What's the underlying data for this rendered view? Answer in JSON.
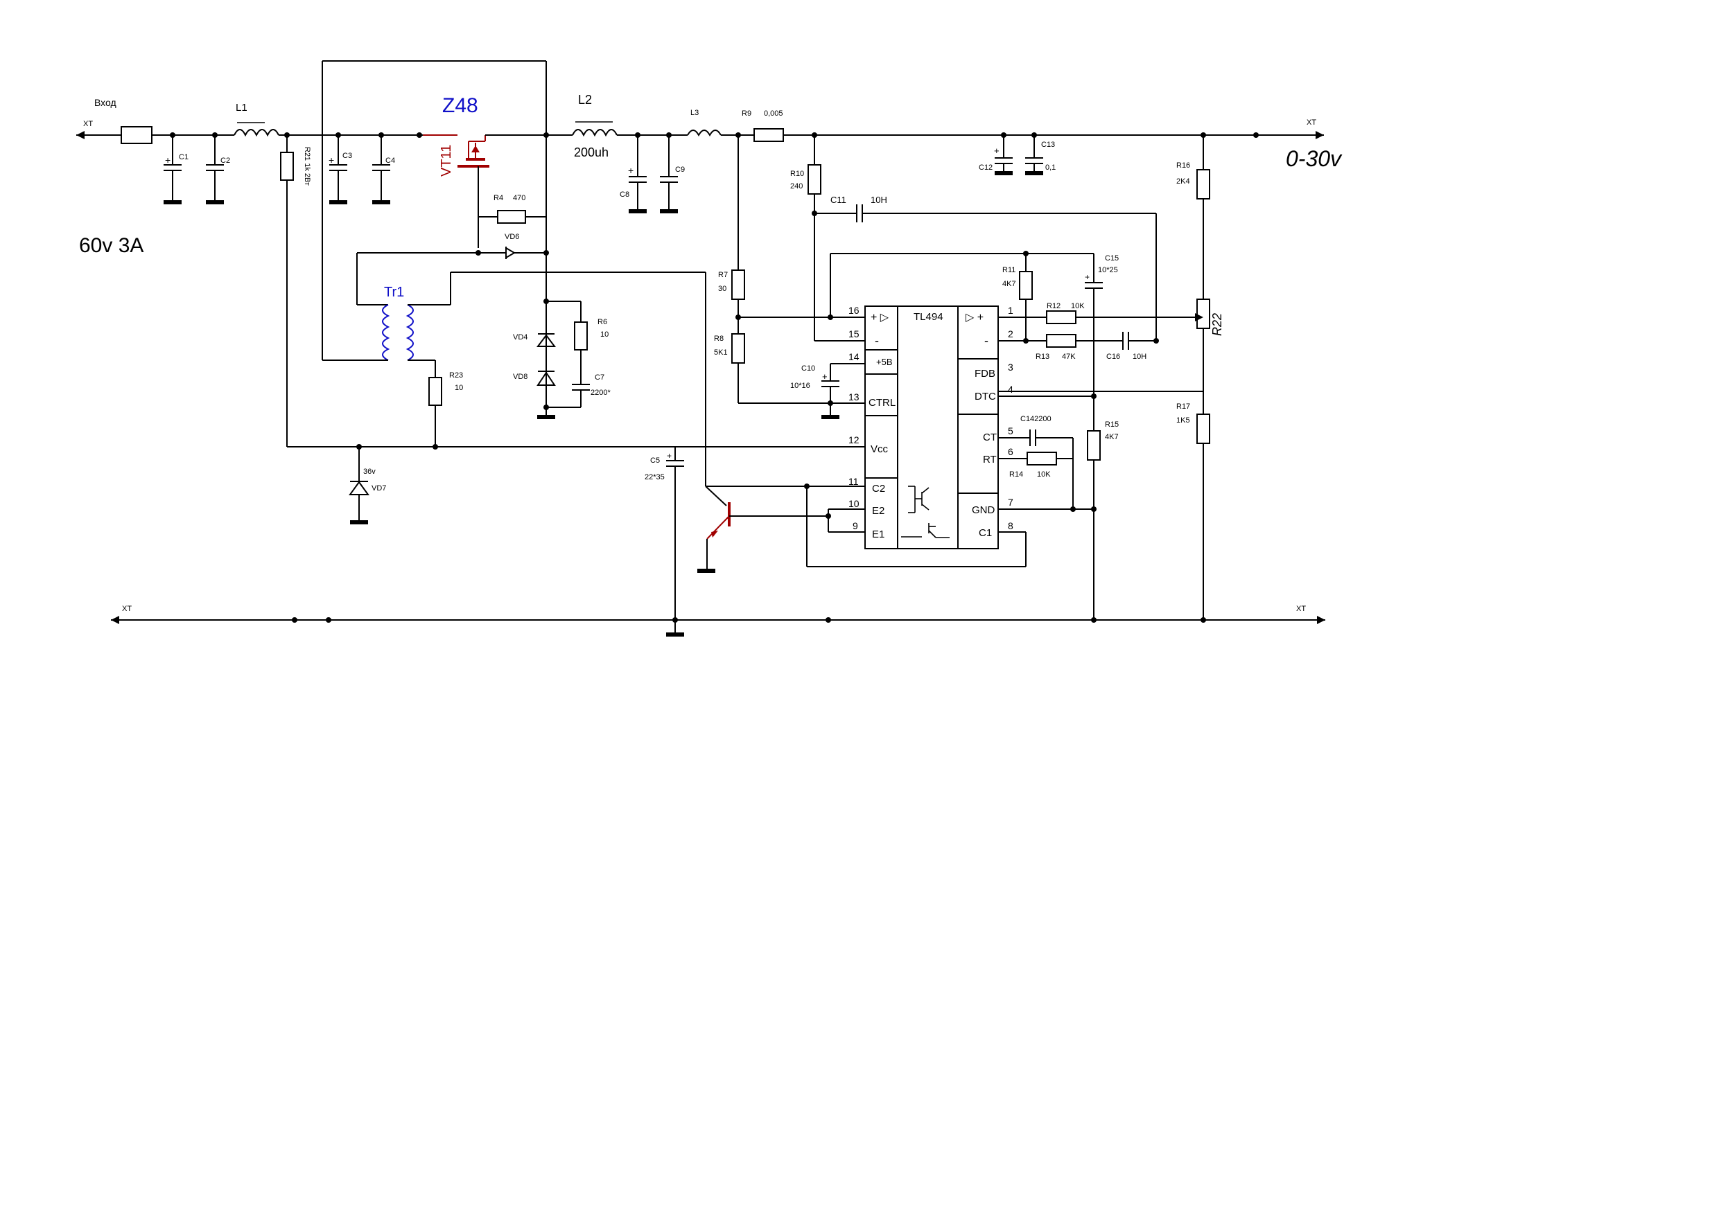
{
  "labels": {
    "xt_in": "XT",
    "vhod": "Вход",
    "spec": "60v 3A",
    "out_voltage": "0-30v",
    "xt_out": "XT",
    "xt_gnd_left": "XT",
    "xt_gnd_right": "XT",
    "z48": "Z48",
    "tr1": "Tr1",
    "vt11": "VT11",
    "ic": "TL494"
  },
  "components": {
    "L1": "L1",
    "L2": "L2",
    "L2_val": "200uh",
    "L3": "L3",
    "C1": "C1",
    "C2": "C2",
    "C3": "C3",
    "C4": "C4",
    "C5": "C5",
    "C5_val": "22*35",
    "C7": "C7",
    "C7_val": "2200*",
    "C8": "C8",
    "C9": "C9",
    "C10": "C10",
    "C10_val": "10*16",
    "C11": "C11",
    "C11_val": "10H",
    "C12": "C12",
    "C13": "C13",
    "C13_val": "0,1",
    "C14": "C142200",
    "C15": "C15",
    "C15_val": "10*25",
    "C16": "C16",
    "C16_val": "10H",
    "R4": "R4",
    "R4_val": "470",
    "R6": "R6",
    "R6_val": "10",
    "R7": "R7",
    "R7_val": "30",
    "R8": "R8",
    "R8_val": "5K1",
    "R9": "R9",
    "R9_val": "0,005",
    "R10": "R10",
    "R10_val": "240",
    "R11": "R11",
    "R11_val": "4K7",
    "R12": "R12",
    "R12_val": "10K",
    "R13": "R13",
    "R13_val": "47K",
    "R14": "R14",
    "R14_val": "10K",
    "R15": "R15",
    "R15_val": "4K7",
    "R16": "R16",
    "R16_val": "2K4",
    "R17": "R17",
    "R17_val": "1K5",
    "R21": "R21  1k 2Вт",
    "R22": "R22",
    "R23": "R23",
    "R23_val": "10",
    "VD4": "VD4",
    "VD6": "VD6",
    "VD7": "VD7",
    "VD7_val": "36v",
    "VD8": "VD8"
  },
  "ic_pins": {
    "p16": "16",
    "p15": "15",
    "p14": "14",
    "p13": "13",
    "p12": "12",
    "p11": "11",
    "p10": "10",
    "p9": "9",
    "p1": "1",
    "p2": "2",
    "p3": "3",
    "p4": "4",
    "p5": "5",
    "p6": "6",
    "p7": "7",
    "p8": "8",
    "plus_in": "+ ▷",
    "minus_in": "-",
    "plus_in2": "▷ +",
    "minus_in2": "-",
    "v5": "+5B",
    "ctrl": "CTRL",
    "vcc": "Vcc",
    "c2": "C2",
    "e2": "E2",
    "e1": "E1",
    "fdb": "FDB",
    "dtc": "DTC",
    "ct": "CT",
    "rt": "RT",
    "gnd": "GND",
    "c1": "C1"
  },
  "colors": {
    "ink": "#000000",
    "mosfet": "#a00000",
    "highlight": "#1010c8"
  }
}
